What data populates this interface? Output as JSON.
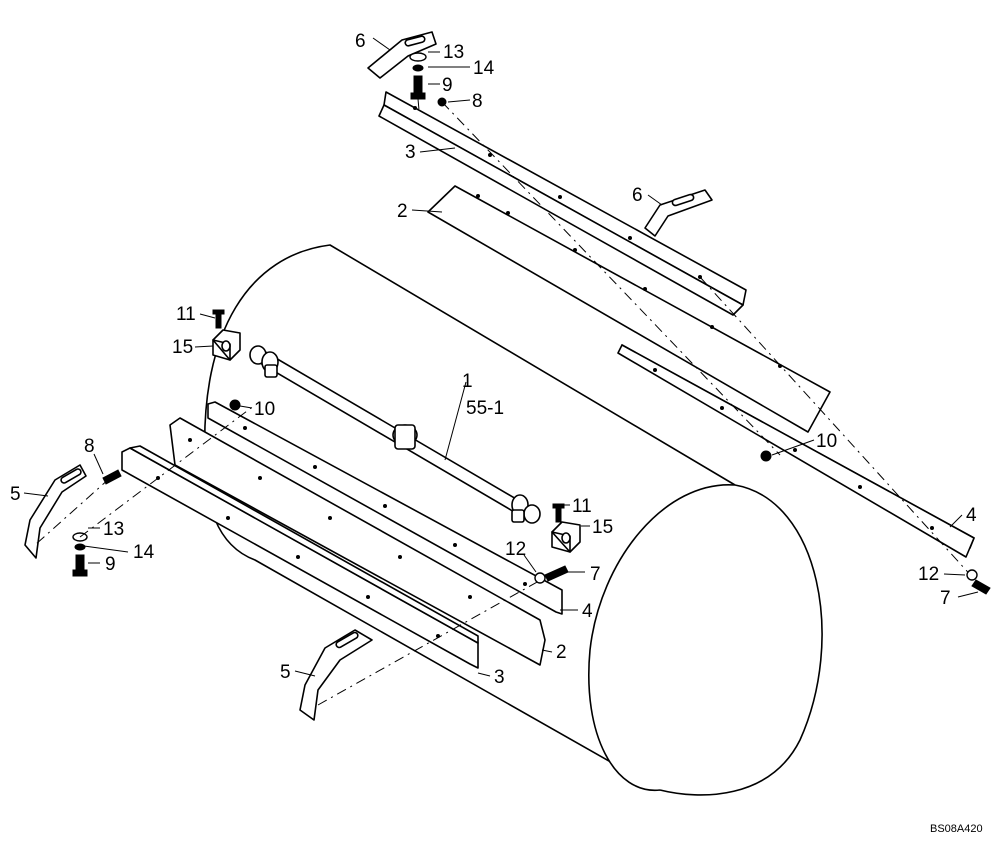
{
  "callouts": {
    "c1": "1",
    "c55_1": "55-1",
    "c2_top": "2",
    "c2_bottom": "2",
    "c3_top": "3",
    "c3_bottom": "3",
    "c4_right": "4",
    "c4_left": "4",
    "c5_upper": "5",
    "c5_lower": "5",
    "c6_top": "6",
    "c6_mid": "6",
    "c7_mid": "7",
    "c7_right": "7",
    "c8_top": "8",
    "c8_left": "8",
    "c9_top": "9",
    "c9_left": "9",
    "c10_left": "10",
    "c10_right": "10",
    "c11_top": "11",
    "c11_mid": "11",
    "c12_mid": "12",
    "c12_right": "12",
    "c13_top": "13",
    "c13_left": "13",
    "c14_top": "14",
    "c14_left": "14",
    "c15_top": "15",
    "c15_mid": "15"
  },
  "drawing_code": "BS08A420",
  "colors": {
    "line": "#000000",
    "background": "#ffffff"
  }
}
